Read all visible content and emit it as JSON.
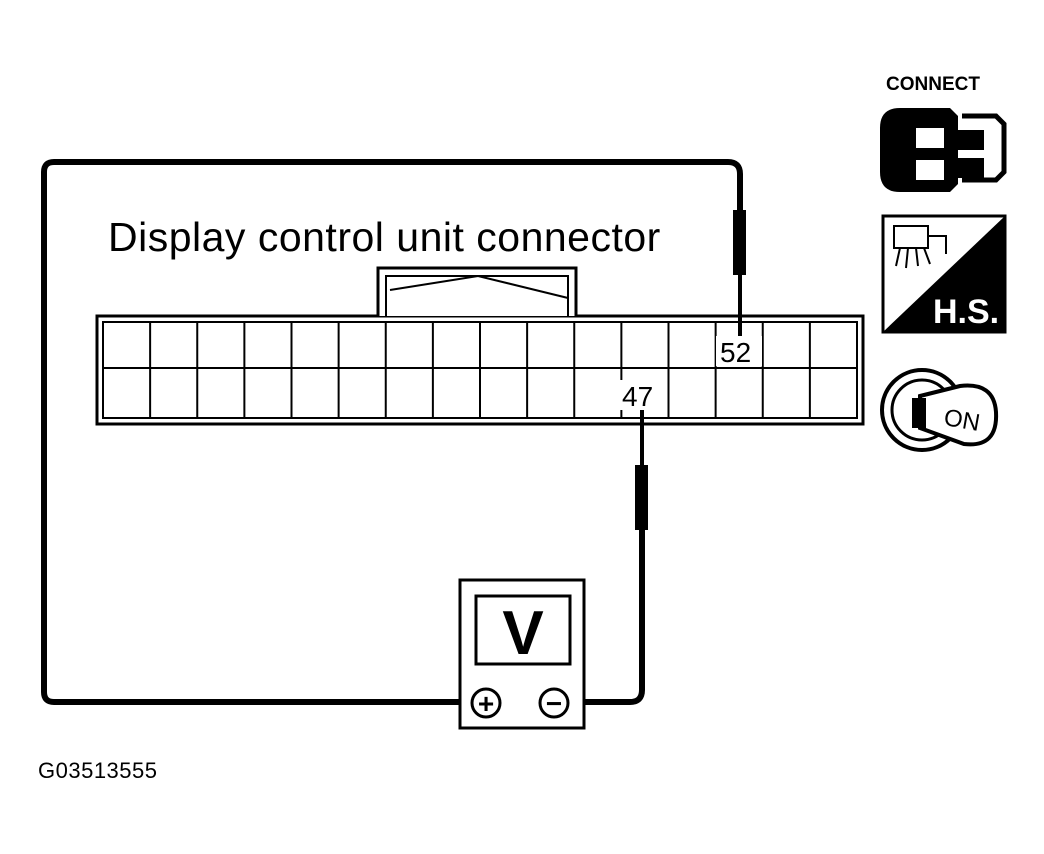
{
  "diagram": {
    "title": "Display control unit connector",
    "figure_code": "G03513555",
    "terminals": [
      {
        "label": "52",
        "probe": "positive"
      },
      {
        "label": "47",
        "probe": "negative"
      }
    ],
    "meter": {
      "symbol": "V",
      "positive_glyph": "+",
      "negative_glyph": "−"
    },
    "icons": {
      "connect": {
        "label": "CONNECT",
        "icon": "connector-icon"
      },
      "harness": {
        "label": "H.S.",
        "icon": "harness-side-icon"
      },
      "ignition": {
        "label": "ON",
        "icon": "ignition-key-on-icon"
      }
    }
  }
}
